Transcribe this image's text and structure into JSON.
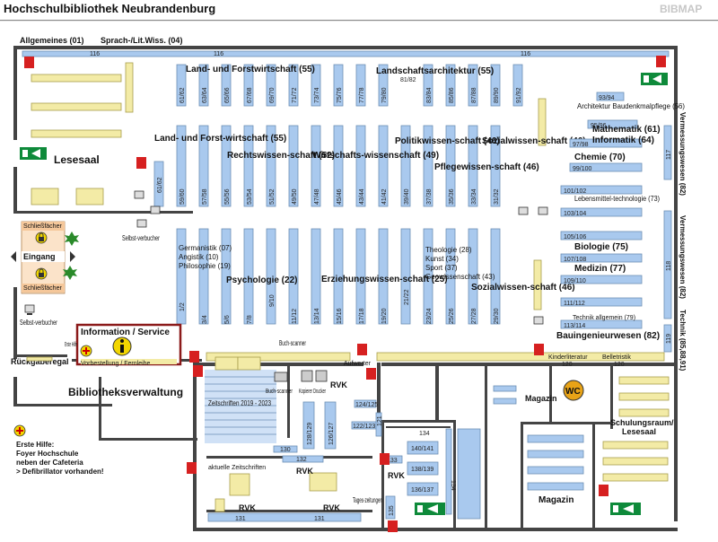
{
  "header": {
    "title": "Hochschulbibliothek Neubrandenburg",
    "brand": "BIBMAP"
  },
  "areas": {
    "allgemeines": "Allgemeines (01)",
    "sprach": "Sprach-/Lit.Wiss. (04)",
    "lesesaal": "Lesesaal",
    "schliessfaecher": "Schließfächer",
    "eingang": "Eingang",
    "selbstverbucher": "Selbst-verbucher",
    "info": "Information / Service",
    "vorbestellung": "Vorbestellung / Fernleihe",
    "erste_hilfe_short": "Erste Hilfe",
    "rueckgaberegal": "Rückgaberegal",
    "verwaltung": "Bibliotheksverwaltung",
    "buchscanner": "Buch-scanner",
    "kopierer": "Kopierer Drucker",
    "rvk": "RVK",
    "zeitschriften": "Zeitschriften 2019 - 2023",
    "aktuelle_zeitschriften": "aktuelle Zeitschriften",
    "tageszeitungen": "Tages-zeitungen",
    "aufwerter": "Aufwerter",
    "kinderliteratur": "Kinderliteratur",
    "belletristik": "Belletristik",
    "magazin": "Magazin",
    "wc": "WC",
    "schulungsraum": "Schulungsraum/ Lesesaal",
    "ersthilfe_note": [
      "Erste Hilfe:",
      "Foyer Hochschule",
      "neben der Cafeteria",
      "> Defibrillator vorhanden!"
    ]
  },
  "subjects": {
    "landforst_top": "Land- und Forstwirtschaft (55)",
    "landschaft": "Landschaftsarchitektur (55)",
    "landforst_mid": "Land- und Forst-wirtschaft (55)",
    "recht": "Rechtswissen-schaft (52)",
    "wirtschaft": "Wirtschafts-wissenschaft (49)",
    "politik": "Politikwissen-schaft (46)",
    "sozial_top": "Sozialwissen-schaft (46)",
    "pflege": "Pflegewissen-schaft (46)",
    "architektur": "Architektur Baudenkmalpflege (56)",
    "mathe": "Mathematik (61)",
    "informatik": "Informatik (64)",
    "chemie": "Chemie (70)",
    "lebensmittel": "Lebensmittel-technologie (73)",
    "biologie": "Biologie (75)",
    "medizin": "Medizin (77)",
    "technik_allg": "Technik allgemein (79)",
    "bauing": "Bauingenieurwesen (82)",
    "germanistik": "Germanistik (07)",
    "anglistik": "Angistik (10)",
    "philosophie": "Philosophie (19)",
    "psychologie": "Psychologie (22)",
    "erziehung": "Erziehungswissen-schaft (25)",
    "theologie": "Theologie (28)",
    "kunst": "Kunst (34)",
    "sport": "Sport (37)",
    "geowiss": "Geowissenschaft (43)",
    "sozial_bot": "Sozialwissen-schaft (46)",
    "verm1": "Vermessungswesen (82)",
    "verm2": "Vermessungswesen (82)",
    "technik_side": "Technik (85,88,91)"
  },
  "signatures": {
    "top_row": [
      "61/62",
      "63/64",
      "65/66",
      "67/68",
      "69/70",
      "71/72",
      "73/74",
      "75/76",
      "77/78",
      "79/80",
      "83/84",
      "85/86",
      "87/88",
      "89/90",
      "91/92"
    ],
    "top_extra": "81/82",
    "mid_row": [
      "59/60",
      "57/58",
      "55/56",
      "53/54",
      "51/52",
      "49/50",
      "47/48",
      "45/46",
      "43/44",
      "41/42",
      "39/40",
      "37/38",
      "35/36",
      "33/34",
      "31/32"
    ],
    "mid_extra": "61/62",
    "bot_row": [
      "1/2",
      "3/4",
      "5/6",
      "7/8",
      "9/10",
      "11/12",
      "13/14",
      "15/16",
      "17/18",
      "19/20",
      "21/22",
      "23/24",
      "25/26",
      "27/28",
      "29/30"
    ],
    "right_top": [
      "93/94",
      "95/96",
      "97/98",
      "99/100",
      "101/102",
      "103/104",
      "105/106",
      "107/108",
      "109/110",
      "111/112",
      "113/114"
    ],
    "right_col": [
      "117",
      "118",
      "119"
    ],
    "num_116": "116",
    "lower": {
      "s120": "120",
      "s121": "121",
      "s122": "122/123",
      "s124": "124/125",
      "s126": "126/127",
      "s128": "128/129",
      "s130": "130",
      "s131": "131",
      "s132": "132",
      "s133": "133",
      "s134": "134",
      "s135": "135",
      "s136": "136/137",
      "s138": "138/139",
      "s140": "140/141"
    }
  },
  "colors": {
    "shelf": "#a9c9ee",
    "table": "#f3eba6",
    "wall": "#444444",
    "info_border": "#8b1a1a",
    "exit": "#0e8a3a",
    "extinguisher": "#d62020",
    "wc": "#e8a317",
    "info_icon": "#f2d600"
  },
  "icons": [
    "fire-extinguisher-icon",
    "emergency-exit-icon",
    "lock-icon",
    "computer-icon",
    "info-icon",
    "first-aid-icon",
    "wc-icon",
    "plant-icon",
    "scanner-icon",
    "copier-icon"
  ]
}
